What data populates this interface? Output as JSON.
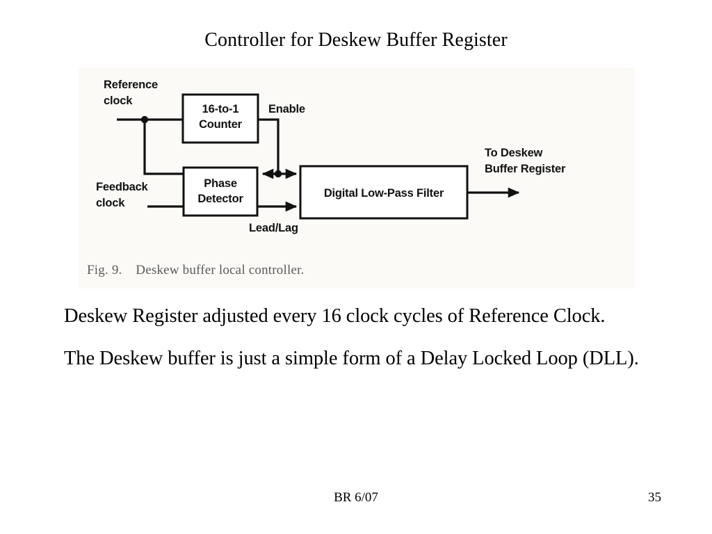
{
  "slide": {
    "title": "Controller for Deskew Buffer Register",
    "footer_note": "BR 6/07",
    "page_number": "35"
  },
  "figure": {
    "caption": "Fig. 9.    Deskew buffer local controller.",
    "blocks": [
      {
        "id": "counter",
        "line1": "16-to-1",
        "line2": "Counter"
      },
      {
        "id": "phase-detector",
        "line1": "Phase",
        "line2": "Detector"
      },
      {
        "id": "low-pass-filter",
        "line1": "Digital Low-Pass Filter",
        "line2": ""
      }
    ],
    "labels": {
      "reference_clock_line1": "Reference",
      "reference_clock_line2": "clock",
      "feedback_clock_line1": "Feedback",
      "feedback_clock_line2": "clock",
      "enable": "Enable",
      "lead_lag": "Lead/Lag",
      "output_line1": "To Deskew",
      "output_line2": "Buffer Register"
    },
    "colors": {
      "ink": "#111111",
      "paper": "#fbfaf7",
      "caption": "#5a5a58"
    }
  },
  "body": {
    "paragraphs": [
      "Deskew Register adjusted every 16 clock cycles of Reference Clock.",
      "The Deskew buffer is just a simple form of a Delay Locked Loop (DLL)."
    ]
  }
}
